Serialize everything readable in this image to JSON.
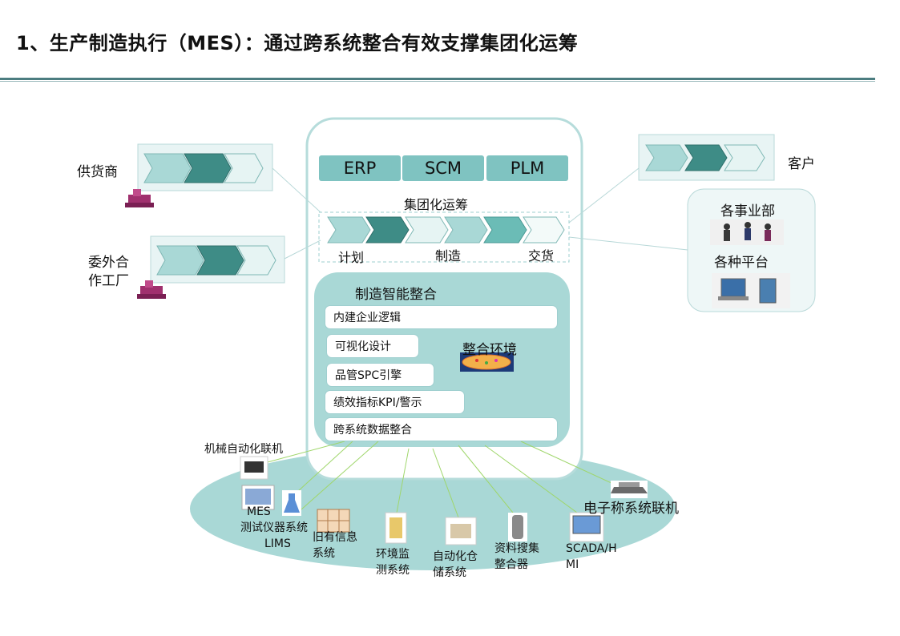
{
  "title": "1、生产制造执行（MES）：通过跨系统整合有效支撑集团化运筹",
  "left": {
    "supplier": "供货商",
    "outsource_line1": "委外合",
    "outsource_line2": "作工厂"
  },
  "right": {
    "customer": "客户",
    "divisions": "各事业部",
    "platforms": "各种平台"
  },
  "center": {
    "tabs": [
      "ERP",
      "SCM",
      "PLM"
    ],
    "group_ops": "集团化运筹",
    "flow_labels": [
      "计划",
      "制造",
      "交货"
    ],
    "integration_title": "制造智能整合",
    "features": [
      "内建企业逻辑",
      "可视化设计",
      "品管SPC引擎",
      "绩效指标KPI/警示",
      "跨系统数据整合"
    ],
    "environment": "整合环境"
  },
  "systems": {
    "machine": "机械自动化联机",
    "mes_line1": "MES",
    "mes_line2": "测试仪器系统",
    "mes_line3": "LIMS",
    "legacy_line1": "旧有信息",
    "legacy_line2": "系统",
    "env_line1": "环境监",
    "env_line2": "测系统",
    "storage_line1": "自动化仓",
    "storage_line2": "储系统",
    "data_line1": "资料搜集",
    "data_line2": "整合器",
    "scada_line1": "SCADA/H",
    "scada_line2": "MI",
    "scale": "电子称系统联机"
  },
  "colors": {
    "light": "#a9d8d6",
    "dark": "#3e8c86",
    "mid": "#6bbcb6",
    "pale": "#e6f4f3"
  }
}
